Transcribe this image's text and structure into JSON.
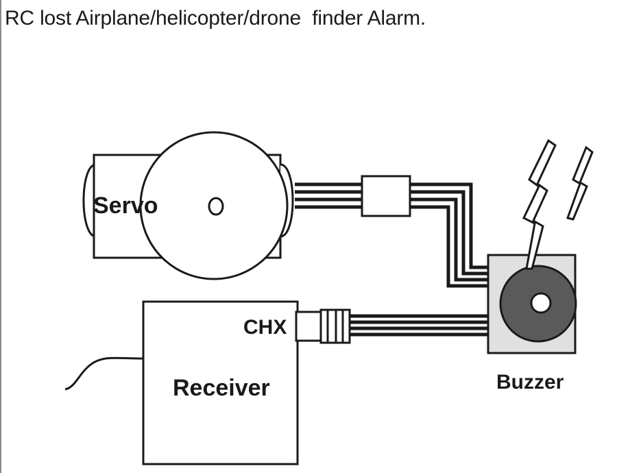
{
  "title": "RC lost Airplane/helicopter/drone  finder Alarm.",
  "diagram": {
    "labels": {
      "servo": "Servo",
      "receiver": "Receiver",
      "channel": "CHX",
      "buzzer": "Buzzer"
    },
    "components": [
      "servo",
      "connector",
      "buzzer",
      "receiver",
      "antenna",
      "sound-waves"
    ],
    "colors": {
      "line": "#1a1a1a",
      "buzzer_box": "#e0e0e0",
      "buzzer_disc": "#5a5a5a",
      "background": "#ffffff"
    }
  }
}
